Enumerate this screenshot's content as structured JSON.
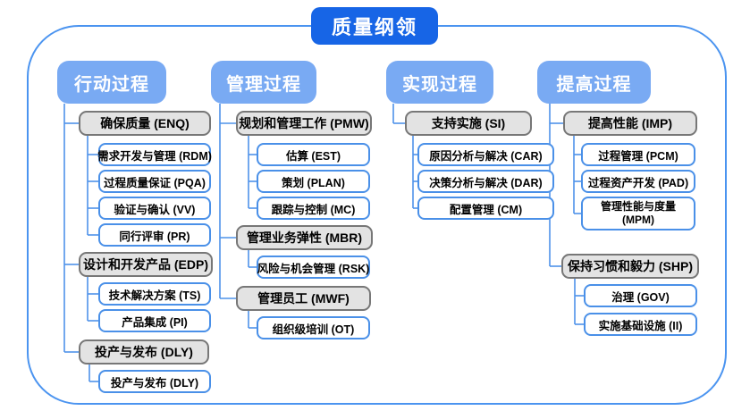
{
  "title": "质量纲领",
  "columns": [
    {
      "header": "行动过程",
      "groups": [
        {
          "label": "确保质量 (ENQ)",
          "children": [
            "需求开发与管理 (RDM)",
            "过程质量保证 (PQA)",
            "验证与确认 (VV)",
            "同行评审 (PR)"
          ]
        },
        {
          "label": "设计和开发产品 (EDP)",
          "children": [
            "技术解决方案 (TS)",
            "产品集成 (PI)"
          ]
        },
        {
          "label": "投产与发布 (DLY)",
          "children": [
            "投产与发布 (DLY)"
          ]
        }
      ]
    },
    {
      "header": "管理过程",
      "groups": [
        {
          "label": "规划和管理工作 (PMW)",
          "children": [
            "估算 (EST)",
            "策划 (PLAN)",
            "跟踪与控制 (MC)"
          ]
        },
        {
          "label": "管理业务弹性 (MBR)",
          "children": [
            "风险与机会管理 (RSK)"
          ]
        },
        {
          "label": "管理员工 (MWF)",
          "children": [
            "组织级培训 (OT)"
          ]
        }
      ]
    },
    {
      "header": "实现过程",
      "groups": [
        {
          "label": "支持实施 (SI)",
          "children": [
            "原因分析与解决 (CAR)",
            "决策分析与解决 (DAR)",
            "配置管理 (CM)"
          ]
        }
      ]
    },
    {
      "header": "提高过程",
      "groups": [
        {
          "label": "提高性能 (IMP)",
          "children": [
            "过程管理 (PCM)",
            "过程资产开发 (PAD)",
            "管理性能与度量 (MPM)"
          ]
        },
        {
          "label": "保持习惯和毅力 (SHP)",
          "children": [
            "治理 (GOV)",
            "实施基础设施 (II)"
          ]
        }
      ]
    }
  ],
  "colors": {
    "title_bg": "#1765e6",
    "header_bg": "#79aaf3",
    "group_fill": "#e3e3e3",
    "group_border": "#777777",
    "leaf_border": "#4a90e8",
    "connector_line": "#4f93ea",
    "frame_border": "#4b94f0",
    "text_on_blue": "#ffffff",
    "text_on_box": "#000000"
  }
}
